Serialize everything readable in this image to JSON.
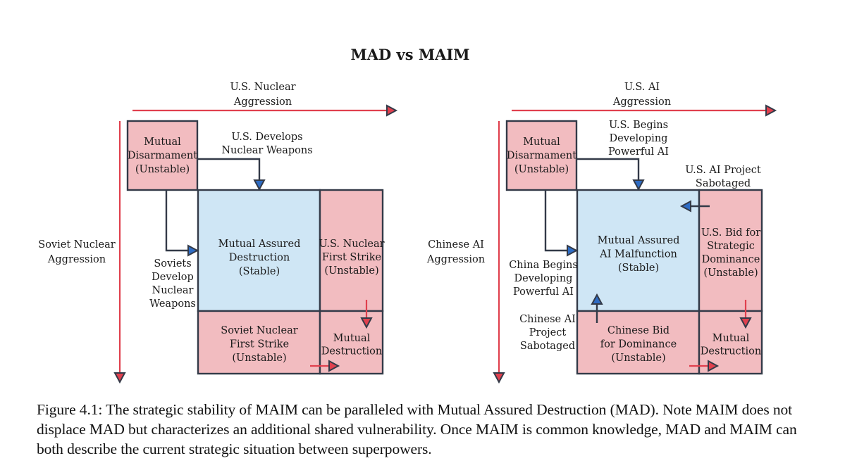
{
  "title": "MAD vs MAIM",
  "colors": {
    "unstable_fill": "#f2bcc0",
    "stable_fill": "#cfe6f5",
    "border": "#333a48",
    "aggression_arrow": "#e0404e",
    "transition_arrow": "#2e6cc4"
  },
  "diagrams": [
    {
      "id": "mad",
      "x_axis_label": [
        "U.S. Nuclear",
        "Aggression"
      ],
      "y_axis_label": [
        "Soviet Nuclear",
        "Aggression"
      ],
      "states": {
        "disarmament": {
          "lines": [
            "Mutual",
            "Disarmament",
            "(Unstable)"
          ],
          "stability": "unstable"
        },
        "stable": {
          "lines": [
            "Mutual Assured",
            "Destruction",
            "(Stable)"
          ],
          "stability": "stable"
        },
        "us_strike": {
          "lines": [
            "U.S. Nuclear",
            "First Strike",
            "(Unstable)"
          ],
          "stability": "unstable"
        },
        "other_strike": {
          "lines": [
            "Soviet Nuclear",
            "First Strike",
            "(Unstable)"
          ],
          "stability": "unstable"
        },
        "destruction": {
          "lines": [
            "Mutual",
            "Destruction"
          ],
          "stability": "unstable"
        }
      },
      "transitions": {
        "us_develops": [
          "U.S. Develops",
          "Nuclear Weapons"
        ],
        "other_develops": [
          "Soviets",
          "Develop",
          "Nuclear",
          "Weapons"
        ]
      }
    },
    {
      "id": "maim",
      "x_axis_label": [
        "U.S. AI",
        "Aggression"
      ],
      "y_axis_label": [
        "Chinese AI",
        "Aggression"
      ],
      "states": {
        "disarmament": {
          "lines": [
            "Mutual",
            "Disarmament",
            "(Unstable)"
          ],
          "stability": "unstable"
        },
        "stable": {
          "lines": [
            "Mutual Assured",
            "AI Malfunction",
            "(Stable)"
          ],
          "stability": "stable"
        },
        "us_strike": {
          "lines": [
            "U.S. Bid for",
            "Strategic",
            "Dominance",
            "(Unstable)"
          ],
          "stability": "unstable"
        },
        "other_strike": {
          "lines": [
            "Chinese Bid",
            "for Dominance",
            "(Unstable)"
          ],
          "stability": "unstable"
        },
        "destruction": {
          "lines": [
            "Mutual",
            "Destruction"
          ],
          "stability": "unstable"
        }
      },
      "transitions": {
        "us_develops": [
          "U.S. Begins",
          "Developing",
          "Powerful AI"
        ],
        "other_develops": [
          "China Begins",
          "Developing",
          "Powerful AI"
        ],
        "us_sabotaged": [
          "U.S. AI Project",
          "Sabotaged"
        ],
        "other_sabotaged": [
          "Chinese AI",
          "Project",
          "Sabotaged"
        ]
      }
    }
  ],
  "caption": "Figure 4.1: The strategic stability of MAIM can be paralleled with Mutual Assured Destruction (MAD). Note MAIM does not displace MAD but characterizes an additional shared vulnerability. Once MAIM is common knowledge, MAD and MAIM can both describe the current strategic situation between superpowers."
}
